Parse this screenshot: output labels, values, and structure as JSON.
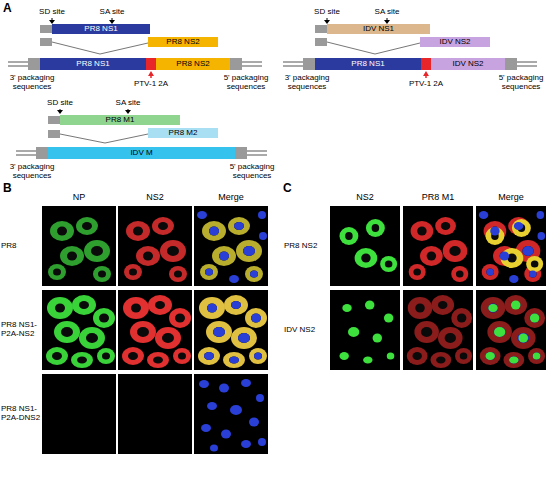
{
  "diagram": {
    "nodes": [
      {
        "text": [
          "PR8 NS1"
        ]
      },
      {
        "text": [
          "PR8 NS2"
        ]
      },
      {
        "text": [
          "PR8 NS1"
        ]
      },
      {
        "text": [
          "PR8 NS2"
        ]
      },
      {
        "text": [
          "IDV NS1"
        ]
      },
      {
        "text": [
          "IDV NS2"
        ]
      },
      {
        "text": [
          "PR8 NS1"
        ]
      },
      {
        "text": [
          "IDV NS2"
        ]
      },
      {
        "text": [
          "PR8 M1"
        ]
      },
      {
        "text": [
          "PR8 M2"
        ]
      },
      {
        "text": [
          "IDV M"
        ]
      }
    ],
    "labels": [
      "A",
      "SD site",
      "SA site",
      "PTV-1 2A",
      "3' packaging sequences",
      "5' packaging sequences",
      "SD site",
      "SA site",
      "PTV-1 2A",
      "3' packaging sequences",
      "5' packaging sequences",
      "SD site",
      "SA site",
      "3' packaging sequences",
      "5' packaging sequences",
      "B",
      "NP",
      "NS2",
      "Merge",
      "PR8",
      "PR8 NS1-P2A-NS2",
      "PR8 NS1-P2A-DNS2",
      "C",
      "NS2",
      "PR8 M1",
      "Merge",
      "PR8 NS2",
      "IDV NS2"
    ]
  }
}
